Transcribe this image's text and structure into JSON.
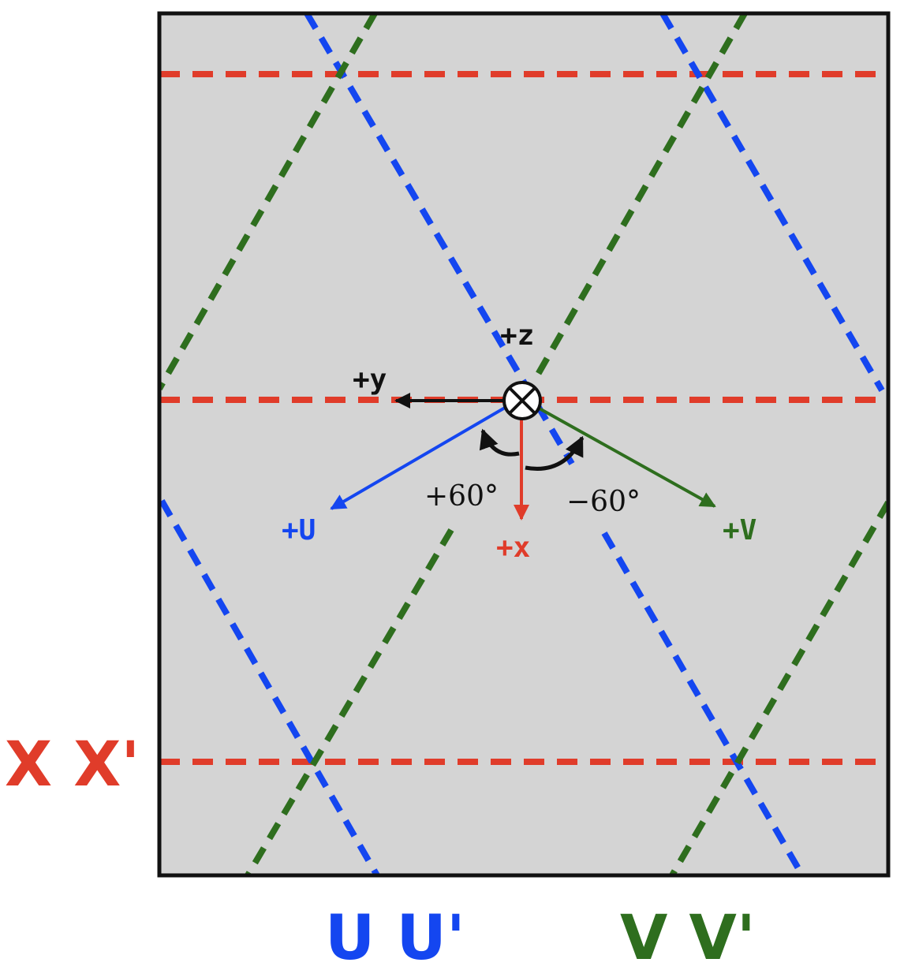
{
  "colors": {
    "panel_fill": "#d4d4d4",
    "panel_border": "#111111",
    "x_color": "#e03c2a",
    "u_color": "#1446f0",
    "v_color": "#2e6e1e",
    "y_color": "#111111"
  },
  "icons": {
    "z_axis_symbol": "circled-x-icon"
  },
  "axes": {
    "z": "+z",
    "y": "+y",
    "x": "+x",
    "u": "+U",
    "v": "+V"
  },
  "angles": {
    "plus": "+60°",
    "minus": "−60°"
  },
  "planes": {
    "x": "X X'",
    "u": "U U'",
    "v": "V V'"
  }
}
